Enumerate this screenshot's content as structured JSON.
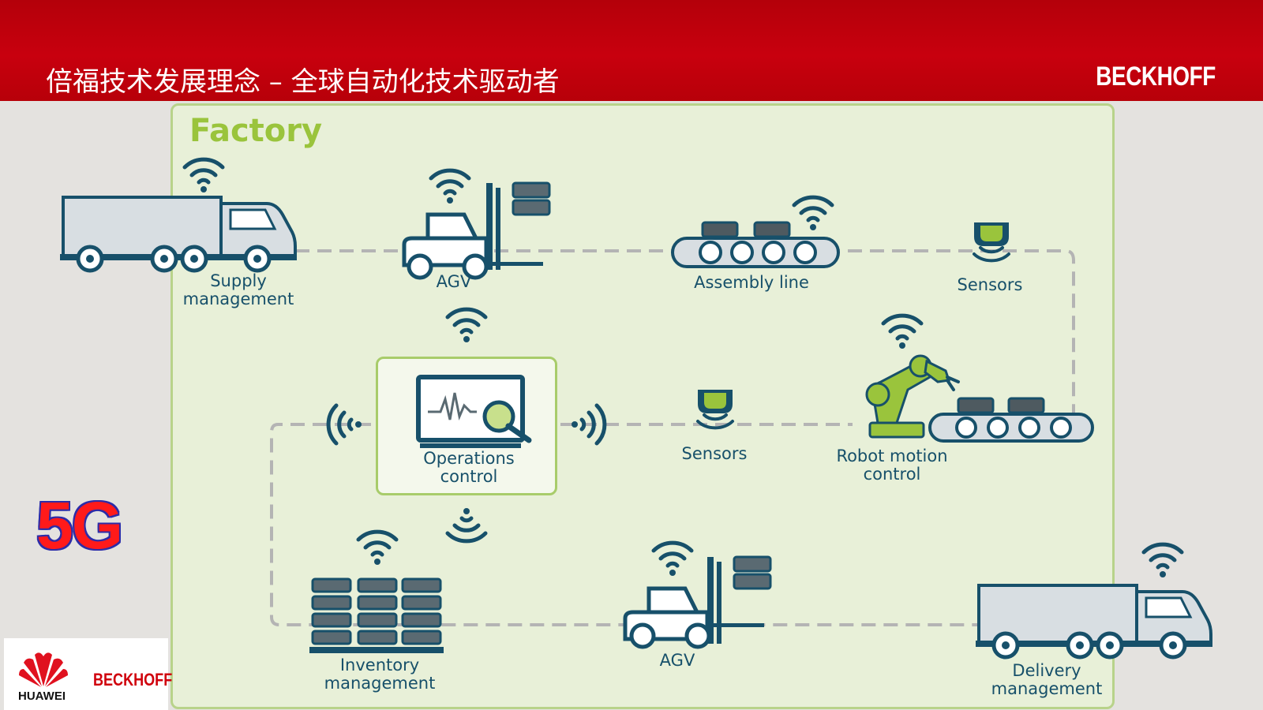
{
  "header": {
    "title": "倍福技术发展理念 – 全球自动化技术驱动者",
    "brand": "BECKHOFF"
  },
  "diagram": {
    "panel_title": "Factory",
    "nodes": {
      "supply": "Supply\nmanagement",
      "agv_top": "AGV",
      "assembly": "Assembly line",
      "sensors_top": "Sensors",
      "operations": "Operations\ncontrol",
      "sensors_mid": "Sensors",
      "robot": "Robot motion\ncontrol",
      "inventory": "Inventory\nmanagement",
      "agv_bottom": "AGV",
      "delivery": "Delivery\nmanagement"
    }
  },
  "badge": {
    "text": "5G"
  },
  "footer_logos": {
    "huawei": "HUAWEI",
    "beckhoff": "BECKHOFF"
  },
  "colors": {
    "header_red": "#c8000e",
    "panel_bg": "#e8f0d8",
    "panel_border": "#b8d38a",
    "accent_green": "#9ac43c",
    "icon_teal": "#17506a",
    "path_grey": "#b4b4b4"
  },
  "icons": [
    "truck-icon",
    "wifi-icon",
    "forklift-icon",
    "conveyor-icon",
    "sensor-icon",
    "monitor-icon",
    "robot-arm-icon",
    "pallet-stack-icon",
    "huawei-logo-icon"
  ]
}
